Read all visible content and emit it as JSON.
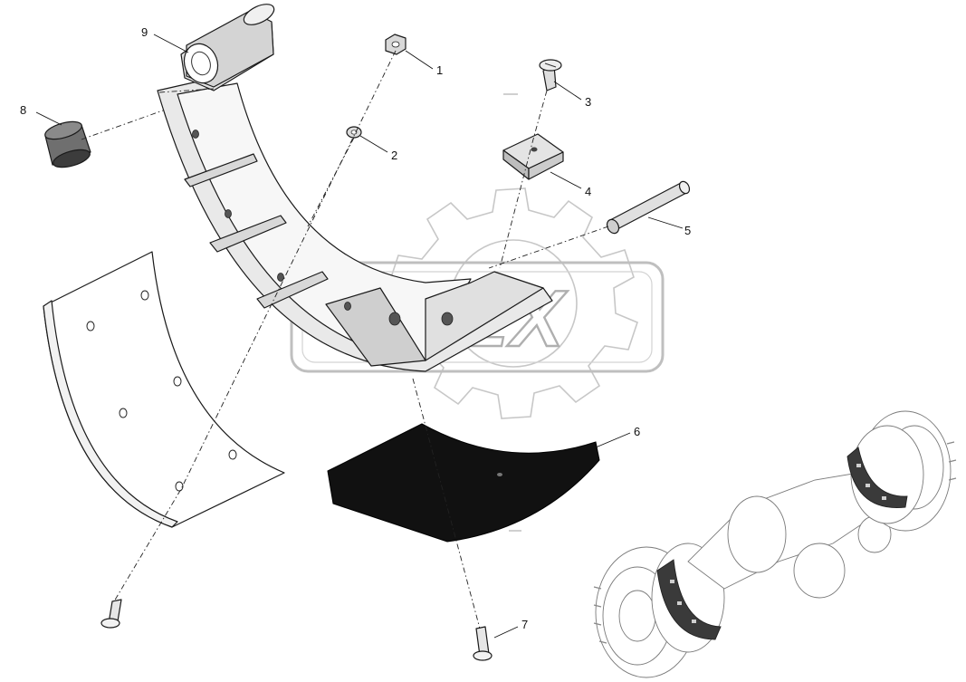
{
  "watermark": {
    "text": "OPEX"
  },
  "callouts": [
    {
      "id": "1",
      "label": "1"
    },
    {
      "id": "2",
      "label": "2"
    },
    {
      "id": "3",
      "label": "3"
    },
    {
      "id": "4",
      "label": "4"
    },
    {
      "id": "5",
      "label": "5"
    },
    {
      "id": "6",
      "label": "6"
    },
    {
      "id": "7",
      "label": "7"
    },
    {
      "id": "8",
      "label": "8"
    },
    {
      "id": "9",
      "label": "9"
    }
  ]
}
